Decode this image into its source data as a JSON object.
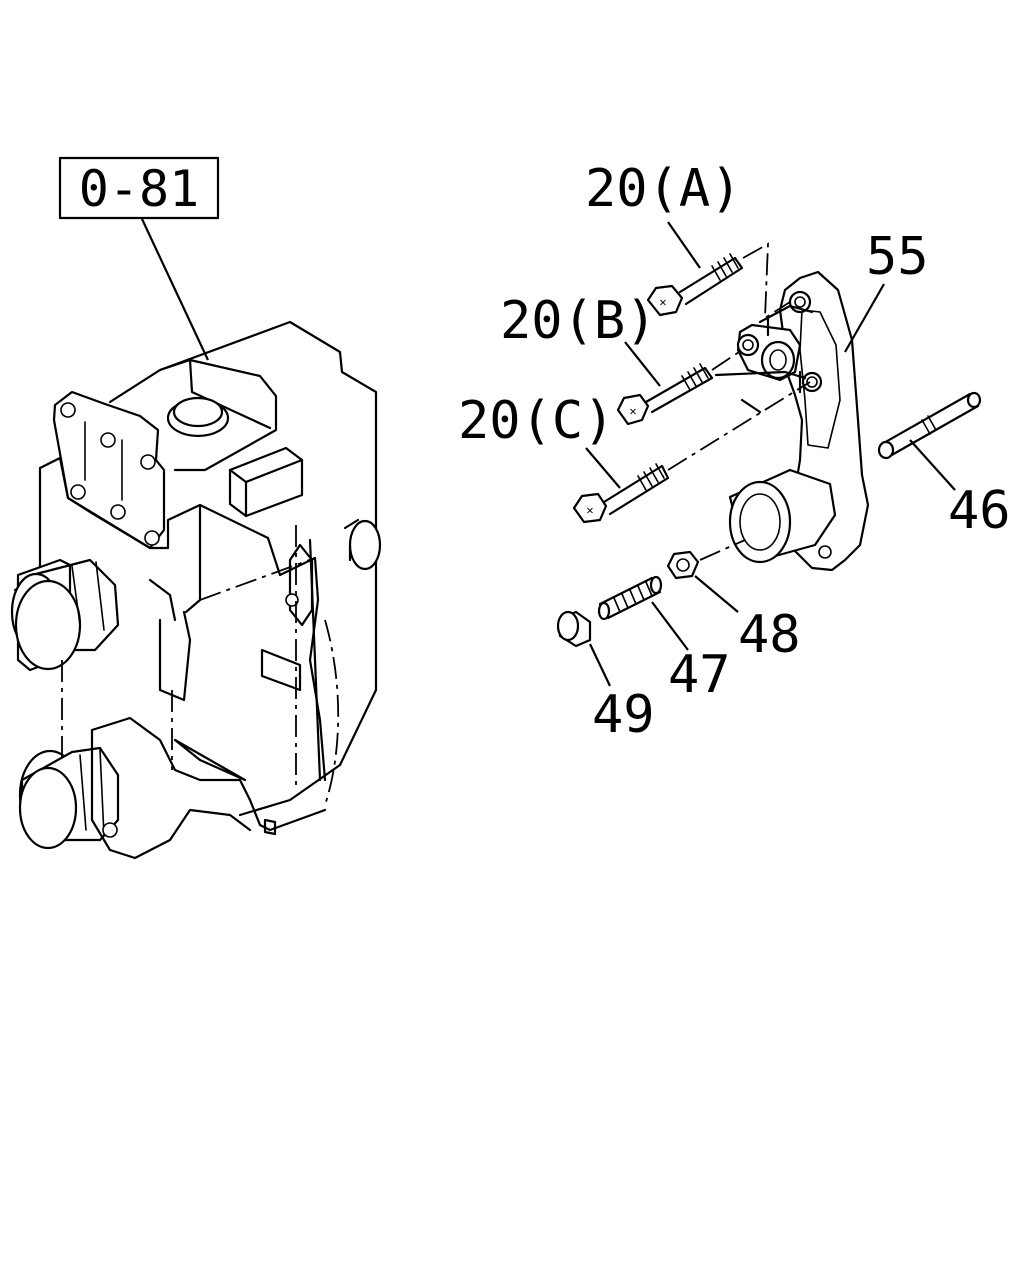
{
  "reference": {
    "label": "0-81"
  },
  "callouts": {
    "c20a": "20(A)",
    "c20b": "20(B)",
    "c20c": "20(C)",
    "c55": "55",
    "c46": "46",
    "c48": "48",
    "c47": "47",
    "c49": "49"
  }
}
